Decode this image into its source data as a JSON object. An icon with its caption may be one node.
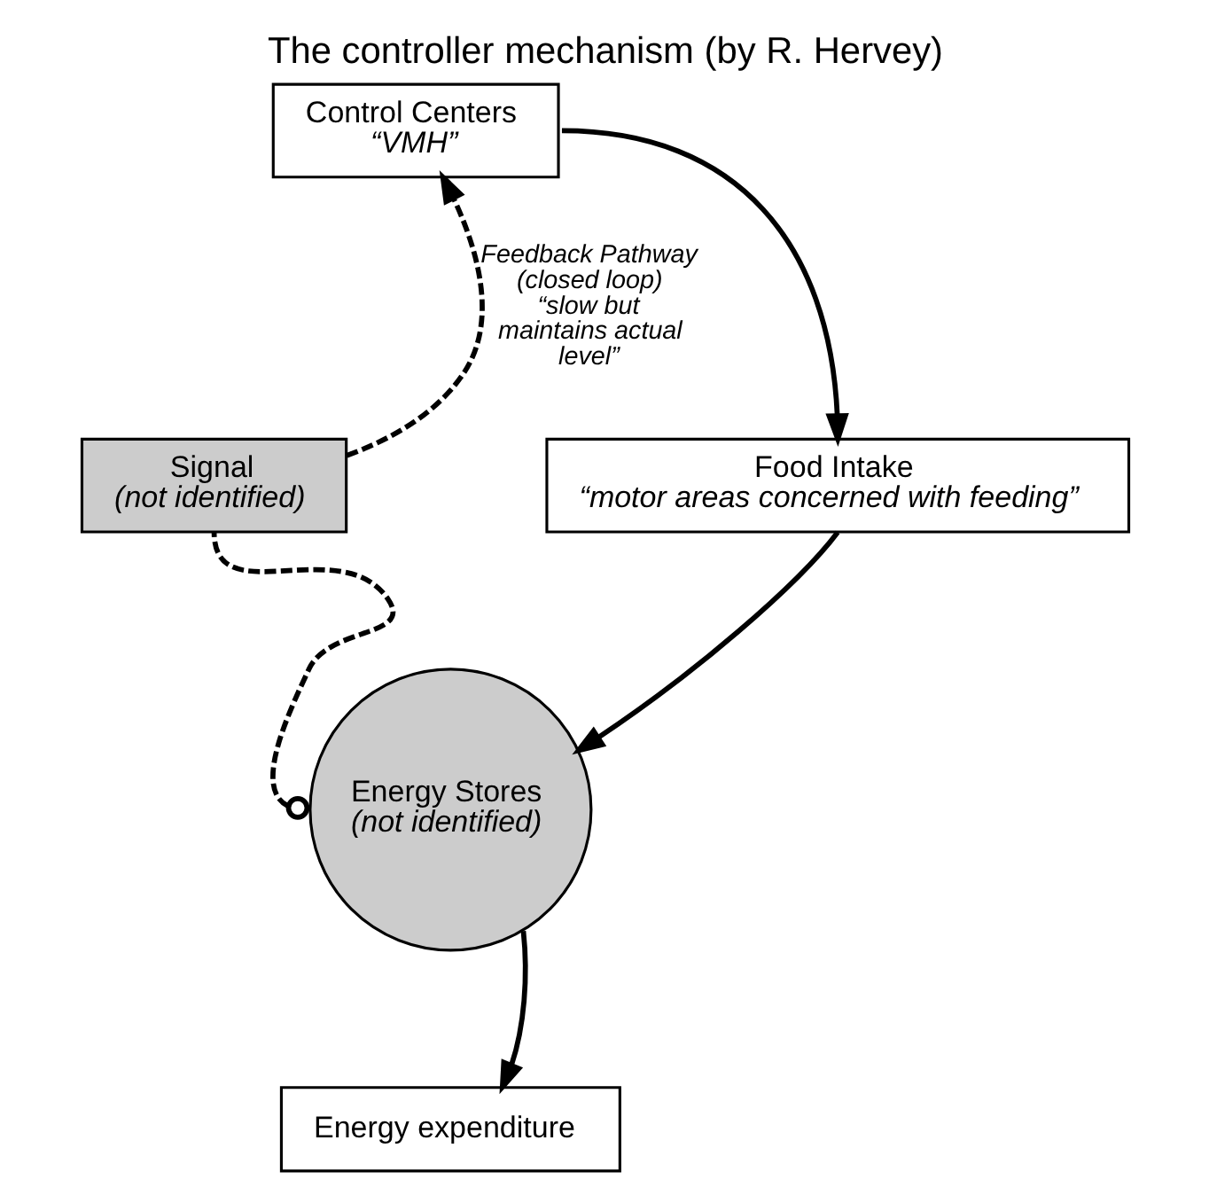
{
  "diagram": {
    "title": "The controller mechanism (by R. Hervey)",
    "nodes": [
      {
        "text": [
          "Control Centers",
          "“VMH”"
        ]
      },
      {
        "text": [
          "Signal",
          "(not identified)"
        ]
      },
      {
        "text": [
          "Food Intake",
          "“motor areas concerned with feeding”"
        ]
      },
      {
        "text": [
          "Energy Stores",
          "(not identified)"
        ]
      },
      {
        "text": [
          "Energy expenditure"
        ]
      }
    ],
    "edges": [
      {
        "from": 1,
        "to": 0,
        "arrow": "to",
        "style": "dashed",
        "label": "Feedback Pathway (closed loop) “slow but maintains actual level”"
      },
      {
        "from": 0,
        "to": 2,
        "arrow": "to"
      },
      {
        "from": 2,
        "to": 3,
        "arrow": "to"
      },
      {
        "from": 3,
        "to": 1,
        "arrow": "other",
        "style": "dashed"
      },
      {
        "from": 3,
        "to": 4,
        "arrow": "to"
      }
    ]
  }
}
